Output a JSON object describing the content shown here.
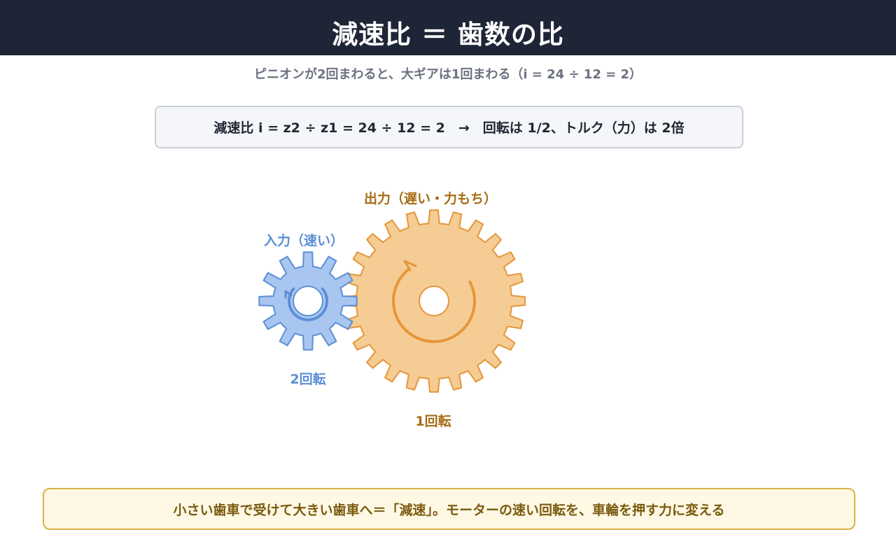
{
  "header": {
    "title": "減速比 ＝ 歯数の比"
  },
  "subtitle": "ピニオンが2回まわると、大ギアは1回まわる（i = 24 ÷ 12 = 2）",
  "formula": "減速比 i = z2 ÷ z1 = 24 ÷ 12 = 2　→　回転は 1/2、トルク（力）は 2倍",
  "gears": {
    "input": {
      "label": "入力（速い）",
      "rotations": "2回転",
      "teeth": 12,
      "fill": "#a9c6f0",
      "stroke": "#5b8fd6"
    },
    "output": {
      "label": "出力（遅い・力もち）",
      "rotations": "1回転",
      "teeth": 24,
      "fill": "#f5cc94",
      "stroke": "#e5963a"
    }
  },
  "note": "小さい歯車で受けて大きい歯車へ＝「減速」。モーターの速い回転を、車輪を押す力に変える",
  "colors": {
    "header_bg": "#1e2536",
    "input_label": "#5b8fd6",
    "output_label": "#a66d14",
    "note_text": "#7a5a0e",
    "note_bg": "#fef8e4",
    "note_border": "#d9b347"
  }
}
